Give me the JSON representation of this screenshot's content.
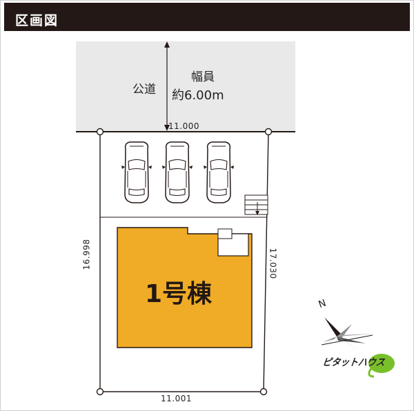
{
  "header": {
    "title": "区画図"
  },
  "road": {
    "label": "公道",
    "width_label": "幅員",
    "width_value": "約6.00m"
  },
  "dimensions": {
    "top": "11.000",
    "bottom": "11.001",
    "left": "16.998",
    "right": "17.030"
  },
  "building": {
    "label": "1号棟"
  },
  "parking": {
    "car_count": 3
  },
  "compass": {
    "north_label": "N"
  },
  "brand": {
    "name": "ピタットハウス"
  },
  "colors": {
    "header_bg": "#231815",
    "road_bg": "#e9e9e9",
    "building_fill": "#f0ab27",
    "brand_green": "#79bf2a"
  }
}
